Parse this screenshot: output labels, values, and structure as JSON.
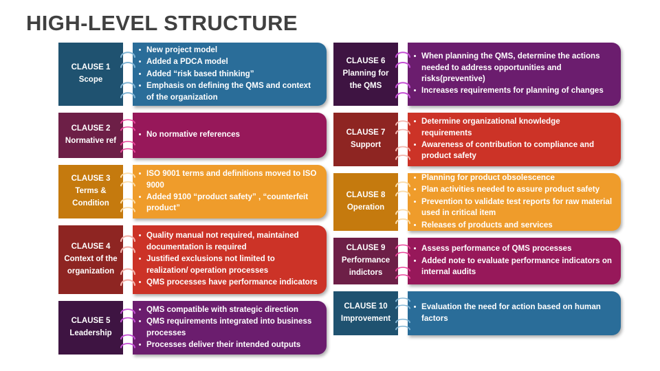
{
  "title": "HIGH-LEVEL STRUCTURE",
  "title_color": "#404040",
  "columns": {
    "left": [
      {
        "label_line1": "CLAUSE 1",
        "label_line2": "Scope",
        "label_color": "#1F5270",
        "body_color": "#2A6D99",
        "stitch_color": "#7FB4D4",
        "bullets": [
          "New project model",
          "Added a PDCA model",
          "Added “risk based thinking”",
          "Emphasis on defining the QMS and context of the organization"
        ]
      },
      {
        "label_line1": "CLAUSE 2",
        "label_line2": "Normative ref",
        "label_color": "#6D1F47",
        "body_color": "#97185A",
        "stitch_color": "#E8459B",
        "bullets": [
          "No normative references"
        ]
      },
      {
        "label_line1": "CLAUSE 3",
        "label_line2": "Terms & Condition",
        "label_color": "#C57A0E",
        "body_color": "#EF9C2B",
        "stitch_color": "#FBDCA8",
        "bullets": [
          "ISO 9001 terms and definitions moved to ISO 9000",
          "Added 9100 “product safety” , “counterfeit product”"
        ]
      },
      {
        "label_line1": "CLAUSE 4",
        "label_line2": "Context of the organization",
        "label_color": "#8E2522",
        "body_color": "#CC3327",
        "stitch_color": "#F3B4AC",
        "bullets": [
          "Quality manual not required, maintained documentation is required",
          "Justified exclusions not limited to realization/ operation processes",
          "QMS processes have performance indicators"
        ]
      },
      {
        "label_line1": "CLAUSE 5",
        "label_line2": "Leadership",
        "label_color": "#3E1442",
        "body_color": "#6B1D6E",
        "stitch_color": "#C44FD4",
        "bullets": [
          "QMS compatible with strategic direction",
          "QMS requirements integrated into business processes",
          "Processes deliver their intended outputs"
        ]
      }
    ],
    "right": [
      {
        "label_line1": "CLAUSE 6",
        "label_line2": "Planning for the QMS",
        "label_color": "#3E1442",
        "body_color": "#6B1D6E",
        "stitch_color": "#C44FD4",
        "bullets": [
          "When planning the QMS, determine the actions needed to address opportunities and risks(preventive)",
          "Increases requirements for planning of changes"
        ]
      },
      {
        "label_line1": "CLAUSE 7",
        "label_line2": "Support",
        "label_color": "#8E2522",
        "body_color": "#CC3327",
        "stitch_color": "#F3B4AC",
        "bullets": [
          "Determine organizational knowledge requirements",
          "Awareness of contribution to compliance and product safety"
        ]
      },
      {
        "label_line1": "CLAUSE 8",
        "label_line2": "Operation",
        "label_color": "#C57A0E",
        "body_color": "#EF9C2B",
        "stitch_color": "#FBDCA8",
        "bullets": [
          "Planning for product obsolescence",
          "Plan activities needed to assure product safety",
          "Prevention to validate test reports for raw material used in critical item",
          "Releases of products and services"
        ]
      },
      {
        "label_line1": "CLAUSE 9",
        "label_line2": "Performance indictors",
        "label_color": "#6D1F47",
        "body_color": "#97185A",
        "stitch_color": "#E8459B",
        "bullets": [
          "Assess performance of QMS processes",
          "Added note to evaluate performance indicators on internal audits"
        ]
      },
      {
        "label_line1": "CLAUSE 10",
        "label_line2": "Improvement",
        "label_color": "#1F5270",
        "body_color": "#2A6D99",
        "stitch_color": "#7FB4D4",
        "bullets": [
          "Evaluation the need for action based on human factors"
        ]
      }
    ]
  }
}
